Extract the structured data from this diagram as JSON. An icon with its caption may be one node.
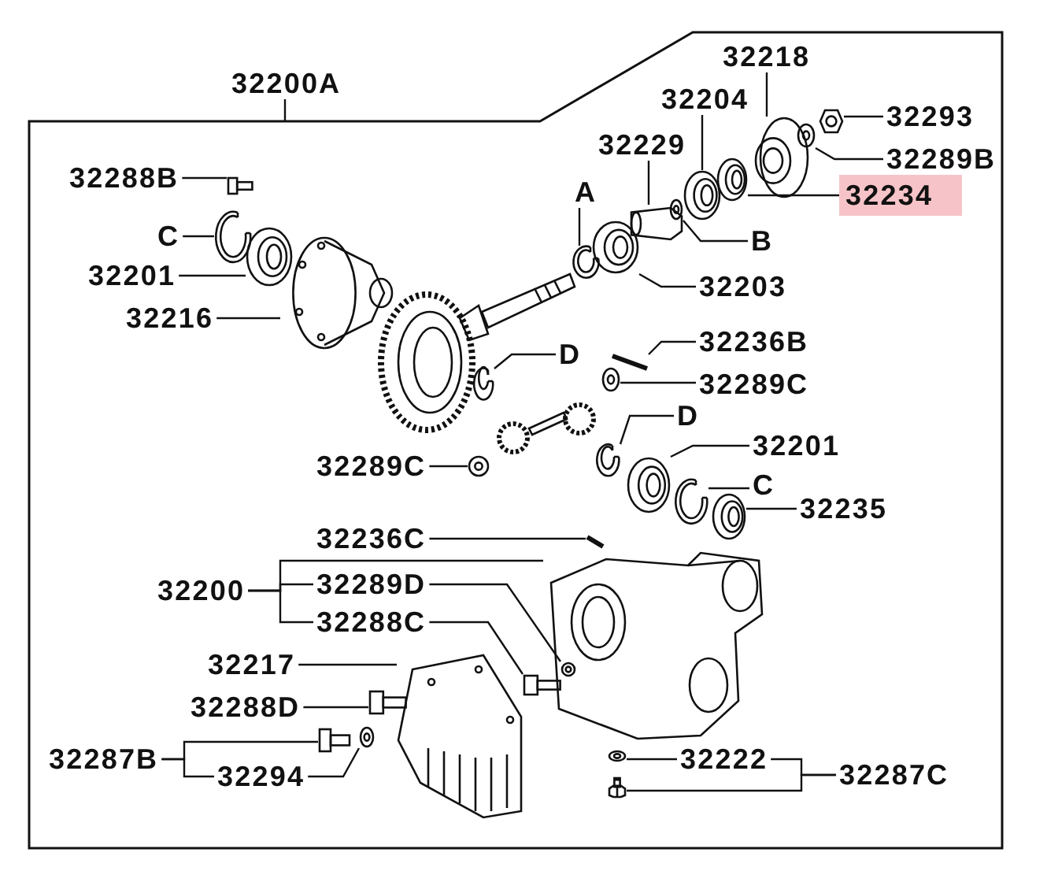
{
  "diagram": {
    "nodes": [
      {
        "text": [
          "32200A"
        ]
      },
      {
        "text": [],
        "shape": "box"
      },
      {
        "text": [
          "32218"
        ],
        "in": 1
      },
      {
        "text": [
          "32204"
        ],
        "in": 1
      },
      {
        "text": [
          "32293"
        ],
        "in": 1
      },
      {
        "text": [
          "32229"
        ],
        "in": 1
      },
      {
        "text": [
          "32289B"
        ],
        "in": 1
      },
      {
        "text": [
          "32288B"
        ],
        "in": 1
      },
      {
        "text": [
          "32234"
        ],
        "in": 1
      },
      {
        "text": [
          "A"
        ],
        "in": 1
      },
      {
        "text": [
          "C"
        ],
        "in": 1
      },
      {
        "text": [
          "B"
        ],
        "in": 1
      },
      {
        "text": [
          "32201"
        ],
        "in": 1
      },
      {
        "text": [
          "32203"
        ],
        "in": 1
      },
      {
        "text": [
          "32216"
        ],
        "in": 1
      },
      {
        "text": [
          "32236B"
        ],
        "in": 1
      },
      {
        "text": [
          "D"
        ],
        "in": 1
      },
      {
        "text": [
          "32289C"
        ],
        "in": 1
      },
      {
        "text": [
          "D"
        ],
        "in": 1
      },
      {
        "text": [
          "32201"
        ],
        "in": 1
      },
      {
        "text": [
          "32289C"
        ],
        "in": 1
      },
      {
        "text": [
          "C"
        ],
        "in": 1
      },
      {
        "text": [
          "32235"
        ],
        "in": 1
      },
      {
        "text": [
          "32236C"
        ],
        "in": 1
      },
      {
        "text": [
          "32200"
        ],
        "in": 1
      },
      {
        "text": [
          "32289D"
        ],
        "in": 1
      },
      {
        "text": [
          "32288C"
        ],
        "in": 1
      },
      {
        "text": [
          "32217"
        ],
        "in": 1
      },
      {
        "text": [
          "32288D"
        ],
        "in": 1
      },
      {
        "text": [
          "32287B"
        ],
        "in": 1
      },
      {
        "text": [
          "32222"
        ],
        "in": 1
      },
      {
        "text": [
          "32294"
        ],
        "in": 1
      },
      {
        "text": [
          "32287C"
        ],
        "in": 1
      },
      {
        "text": [],
        "shape": "picture",
        "in": 1
      },
      {
        "text": [],
        "shape": "picture",
        "in": 1
      },
      {
        "text": [],
        "shape": "picture",
        "in": 1
      },
      {
        "text": [],
        "shape": "picture",
        "in": 1
      },
      {
        "text": [],
        "shape": "picture",
        "in": 1
      },
      {
        "text": [],
        "shape": "picture",
        "in": 1
      },
      {
        "text": [],
        "shape": "picture",
        "in": 1
      },
      {
        "text": [],
        "shape": "picture",
        "in": 1
      },
      {
        "text": [],
        "shape": "picture",
        "in": 1
      },
      {
        "text": [],
        "shape": "picture",
        "in": 1
      },
      {
        "text": [],
        "shape": "picture",
        "in": 1
      },
      {
        "text": [],
        "shape": "picture",
        "in": 1
      },
      {
        "text": [],
        "shape": "picture",
        "in": 1
      },
      {
        "text": [],
        "shape": "picture",
        "in": 1
      },
      {
        "text": [],
        "shape": "picture",
        "in": 1
      },
      {
        "text": [],
        "shape": "picture",
        "in": 1
      },
      {
        "text": [],
        "shape": "picture",
        "in": 1
      },
      {
        "text": [],
        "shape": "picture",
        "in": 1
      },
      {
        "text": [],
        "shape": "picture",
        "in": 1
      },
      {
        "text": [],
        "shape": "picture",
        "in": 1
      },
      {
        "text": [],
        "shape": "picture",
        "in": 1
      },
      {
        "text": [],
        "shape": "picture",
        "in": 1
      },
      {
        "text": [],
        "shape": "picture",
        "in": 1
      },
      {
        "text": [],
        "shape": "picture",
        "in": 55
      },
      {
        "text": [],
        "shape": "picture",
        "in": 1
      },
      {
        "text": [],
        "shape": "picture",
        "in": 1
      },
      {
        "text": [],
        "shape": "picture",
        "in": 1
      },
      {
        "text": [],
        "shape": "picture",
        "in": 1
      },
      {
        "text": [],
        "shape": "picture",
        "in": 1
      },
      {
        "text": [],
        "shape": "picture",
        "in": 1
      },
      {
        "text": [],
        "shape": "picture",
        "in": 1
      }
    ],
    "edges": [
      {
        "from": 0,
        "to": 1,
        "arrow": "none"
      },
      {
        "from": 2,
        "to": 33,
        "arrow": "none"
      },
      {
        "from": 3,
        "to": 36,
        "arrow": "none"
      },
      {
        "from": 4,
        "to": 34,
        "arrow": "none"
      },
      {
        "from": 5,
        "to": 38,
        "arrow": "none"
      },
      {
        "from": 6,
        "to": 35,
        "arrow": "none"
      },
      {
        "from": 7,
        "to": 39,
        "arrow": "none"
      },
      {
        "from": 8,
        "to": 37,
        "arrow": "none"
      },
      {
        "from": 9,
        "to": 41,
        "arrow": "none"
      },
      {
        "from": 10,
        "to": 43,
        "arrow": "none"
      },
      {
        "from": 11,
        "to": 40,
        "arrow": "none"
      },
      {
        "from": 12,
        "to": 44,
        "arrow": "none"
      },
      {
        "from": 13,
        "to": 42,
        "arrow": "none"
      },
      {
        "from": 14,
        "to": 45,
        "arrow": "none"
      },
      {
        "from": 15,
        "to": 46,
        "arrow": "none"
      },
      {
        "from": 16,
        "to": 48,
        "arrow": "none"
      },
      {
        "from": 17,
        "to": 47,
        "arrow": "none"
      },
      {
        "from": 18,
        "to": 49,
        "arrow": "none"
      },
      {
        "from": 19,
        "to": 51,
        "arrow": "none"
      },
      {
        "from": 20,
        "to": 50,
        "arrow": "none"
      },
      {
        "from": 21,
        "to": 52,
        "arrow": "none"
      },
      {
        "from": 22,
        "to": 53,
        "arrow": "none"
      },
      {
        "from": 23,
        "to": 54,
        "arrow": "none"
      },
      {
        "from": 24,
        "to": 55,
        "arrow": "none"
      },
      {
        "from": 24,
        "to": 25,
        "arrow": "none"
      },
      {
        "from": 24,
        "to": 26,
        "arrow": "none"
      },
      {
        "from": 25,
        "to": 56,
        "arrow": "none"
      },
      {
        "from": 26,
        "to": 57,
        "arrow": "none"
      },
      {
        "from": 27,
        "to": 58,
        "arrow": "none"
      },
      {
        "from": 28,
        "to": 59,
        "arrow": "none"
      },
      {
        "from": 29,
        "to": 60,
        "arrow": "none"
      },
      {
        "from": 29,
        "to": 31,
        "arrow": "none"
      },
      {
        "from": 31,
        "to": 61,
        "arrow": "none"
      },
      {
        "from": 30,
        "to": 62,
        "arrow": "none"
      },
      {
        "from": 32,
        "to": 30,
        "arrow": "none"
      },
      {
        "from": 32,
        "to": 63,
        "arrow": "none"
      }
    ]
  }
}
